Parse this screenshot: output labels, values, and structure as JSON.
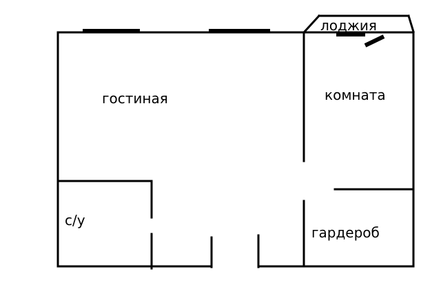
{
  "rooms": {
    "living_room": "гостиная",
    "room": "комната",
    "loggia": "лоджия",
    "bathroom": "с/у",
    "wardrobe": "гардероб"
  },
  "colors": {
    "wall": "#000000",
    "background": "#ffffff"
  }
}
